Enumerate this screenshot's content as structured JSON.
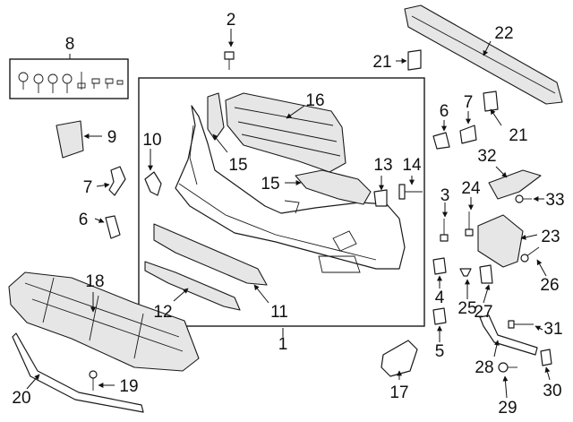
{
  "diagram": {
    "callouts": [
      {
        "id": "c1",
        "text": "1"
      },
      {
        "id": "c2",
        "text": "2"
      },
      {
        "id": "c3",
        "text": "3"
      },
      {
        "id": "c4",
        "text": "4"
      },
      {
        "id": "c5",
        "text": "5"
      },
      {
        "id": "c6a",
        "text": "6"
      },
      {
        "id": "c6b",
        "text": "6"
      },
      {
        "id": "c7a",
        "text": "7"
      },
      {
        "id": "c7b",
        "text": "7"
      },
      {
        "id": "c8",
        "text": "8"
      },
      {
        "id": "c9",
        "text": "9"
      },
      {
        "id": "c10",
        "text": "10"
      },
      {
        "id": "c11",
        "text": "11"
      },
      {
        "id": "c12",
        "text": "12"
      },
      {
        "id": "c13",
        "text": "13"
      },
      {
        "id": "c14",
        "text": "14"
      },
      {
        "id": "c15a",
        "text": "15"
      },
      {
        "id": "c15b",
        "text": "15"
      },
      {
        "id": "c16",
        "text": "16"
      },
      {
        "id": "c17",
        "text": "17"
      },
      {
        "id": "c18",
        "text": "18"
      },
      {
        "id": "c19",
        "text": "19"
      },
      {
        "id": "c20",
        "text": "20"
      },
      {
        "id": "c21a",
        "text": "21"
      },
      {
        "id": "c21b",
        "text": "21"
      },
      {
        "id": "c22",
        "text": "22"
      },
      {
        "id": "c23",
        "text": "23"
      },
      {
        "id": "c24",
        "text": "24"
      },
      {
        "id": "c25",
        "text": "25"
      },
      {
        "id": "c26",
        "text": "26"
      },
      {
        "id": "c27",
        "text": "27"
      },
      {
        "id": "c28",
        "text": "28"
      },
      {
        "id": "c29",
        "text": "29"
      },
      {
        "id": "c30",
        "text": "30"
      },
      {
        "id": "c31",
        "text": "31"
      },
      {
        "id": "c32",
        "text": "32"
      },
      {
        "id": "c33",
        "text": "33"
      }
    ]
  }
}
